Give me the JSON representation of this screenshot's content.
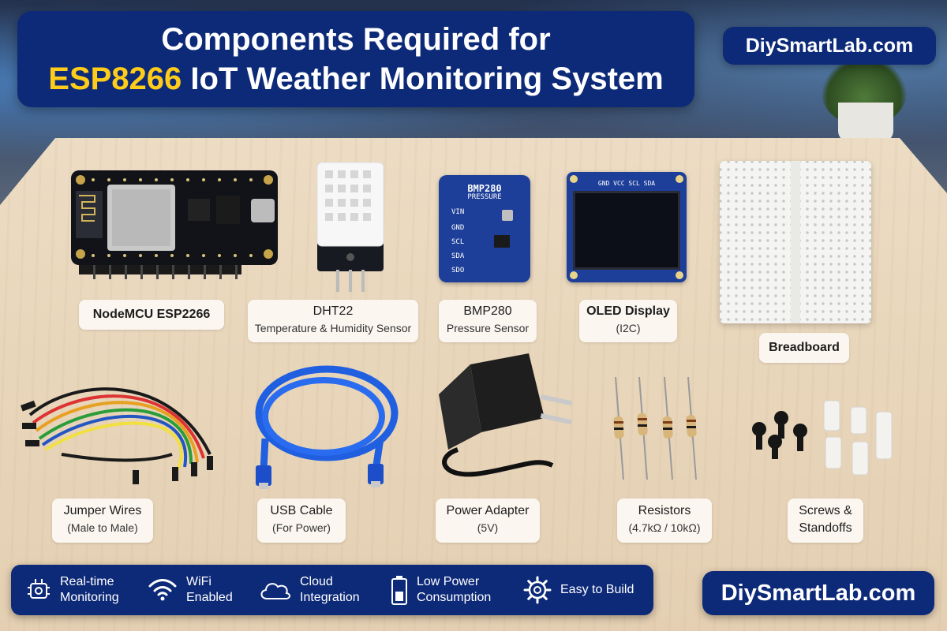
{
  "header": {
    "title_line1": "Components Required for",
    "title_accent": "ESP8266",
    "title_line2_rest": " IoT Weather Monitoring System",
    "brand": "DiySmartLab.com"
  },
  "components": [
    {
      "name": "NodeMCU ESP2266",
      "sub": ""
    },
    {
      "name": "DHT22",
      "sub": "Temperature & Humidity Sensor"
    },
    {
      "name": "BMP280",
      "sub": "Pressure Sensor"
    },
    {
      "name": "OLED Display",
      "sub": "(I2C)"
    },
    {
      "name": "Breadboard",
      "sub": ""
    },
    {
      "name": "Jumper Wires",
      "sub": "(Male to Male)"
    },
    {
      "name": "USB Cable",
      "sub": "(For Power)"
    },
    {
      "name": "Power Adapter",
      "sub": "(5V)"
    },
    {
      "name": "Resistors",
      "sub": "(4.7kΩ / 10kΩ)"
    },
    {
      "name": "Screws &",
      "sub": "Standoffs"
    }
  ],
  "board_text": {
    "bmp_title": "BMP280",
    "bmp_sub": "PRESSURE",
    "bmp_pins": [
      "VIN",
      "GND",
      "SCL",
      "SDA",
      "SDO"
    ],
    "oled_pins": "GND VCC SCL SDA"
  },
  "features": [
    {
      "icon": "monitoring-icon",
      "line1": "Real-time",
      "line2": "Monitoring"
    },
    {
      "icon": "wifi-icon",
      "line1": "WiFi",
      "line2": "Enabled"
    },
    {
      "icon": "cloud-icon",
      "line1": "Cloud",
      "line2": "Integration"
    },
    {
      "icon": "battery-icon",
      "line1": "Low Power",
      "line2": "Consumption"
    },
    {
      "icon": "gear-icon",
      "line1": "Easy to Build",
      "line2": ""
    }
  ],
  "footer": {
    "brand": "DiySmartLab.com"
  },
  "colors": {
    "brand_blue": "#0d2a78",
    "accent_yellow": "#ffcc1a",
    "board_blue": "#1d3f9a"
  }
}
